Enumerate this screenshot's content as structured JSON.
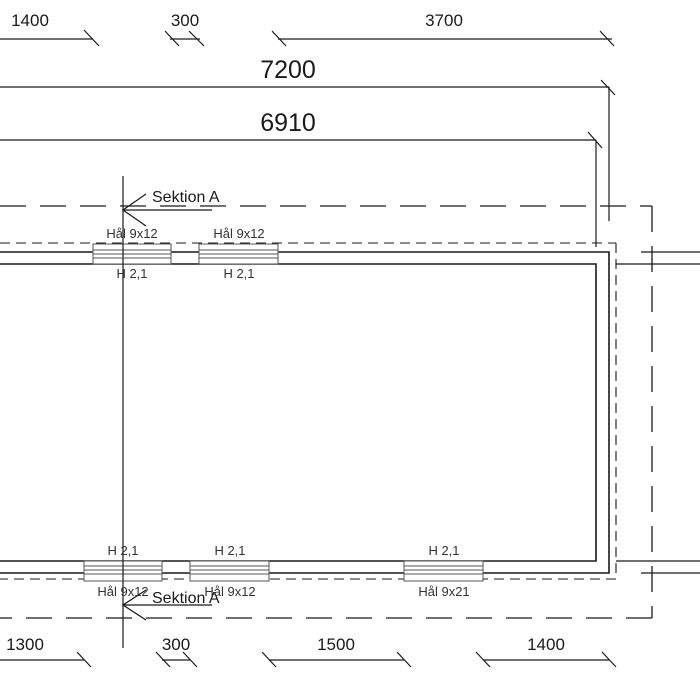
{
  "dimensions_top": [
    "1400",
    "300",
    "3700"
  ],
  "overall_outer": "7200",
  "overall_inner": "6910",
  "section_label": "Sektion A",
  "openings_top": [
    {
      "hole": "Hål 9x12",
      "height": "H 2,1"
    },
    {
      "hole": "Hål 9x12",
      "height": "H 2,1"
    }
  ],
  "openings_bottom": [
    {
      "hole": "Hål 9x12",
      "height": "H 2,1"
    },
    {
      "hole": "Hål 9x12",
      "height": "H 2,1"
    },
    {
      "hole": "Hål 9x21",
      "height": "H 2,1"
    }
  ],
  "dimensions_bottom": [
    "1300",
    "300",
    "1500",
    "1400"
  ],
  "colors": {
    "line": "#1a1a1a",
    "window": "#555555"
  }
}
